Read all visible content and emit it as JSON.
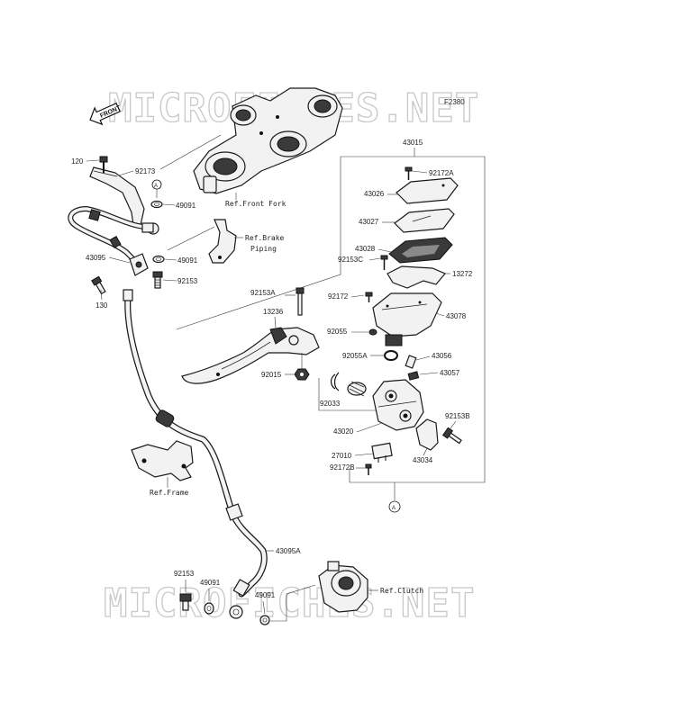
{
  "diagram_code": "F2380",
  "front_arrow_label": "FRONT",
  "watermark": "MICROFICHES.NET",
  "circle_marker": "A",
  "refs": {
    "front_fork": "Ref.Front Fork",
    "brake_piping_line1": "Ref.Brake",
    "brake_piping_line2": "Piping",
    "frame": "Ref.Frame",
    "clutch": "Ref.Clutch"
  },
  "part_labels": {
    "p120": "120",
    "p92173": "92173",
    "p49091a": "49091",
    "p49091b": "49091",
    "p43095": "43095",
    "p130": "130",
    "p92153": "92153",
    "p43015": "43015",
    "p92172A": "92172A",
    "p43026": "43026",
    "p43027": "43027",
    "p43028": "43028",
    "p92153C": "92153C",
    "p13272": "13272",
    "p92153A": "92153A",
    "p92172": "92172",
    "p13236": "13236",
    "p43078": "43078",
    "p92055": "92055",
    "p92055A": "92055A",
    "p43056": "43056",
    "p92015": "92015",
    "p43057": "43057",
    "p92033": "92033",
    "p92153B": "92153B",
    "p43020": "43020",
    "p27010": "27010",
    "p43034": "43034",
    "p92172B": "92172B",
    "p43095A": "43095A",
    "p92153b": "92153",
    "p49091c": "49091",
    "p49091d": "49091"
  }
}
